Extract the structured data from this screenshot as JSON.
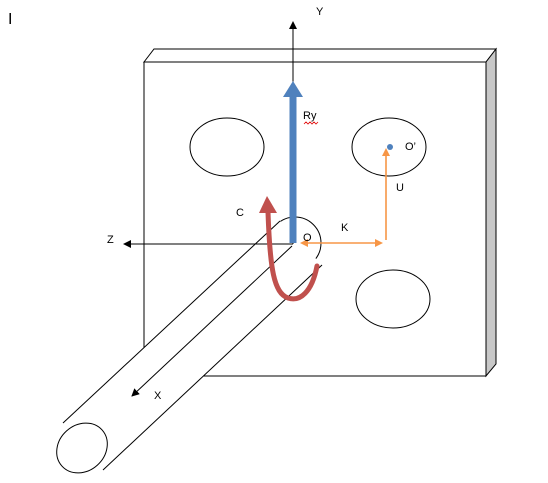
{
  "corner_mark": "I",
  "labels": {
    "y_axis": "Y",
    "z_axis": "Z",
    "x_axis": "X",
    "origin": "O",
    "ry": "Ry",
    "c": "C",
    "k": "K",
    "u": "U",
    "o_prime": "O’"
  },
  "colors": {
    "plate_fill": "#ffffff",
    "plate_edge": "#c8c8c8",
    "blue_arrow": "#4f81bd",
    "red_arrow": "#c0504d",
    "orange_arrow": "#f79646",
    "o_prime_dot": "#4f81bd",
    "spell_underline": "#e00000"
  }
}
